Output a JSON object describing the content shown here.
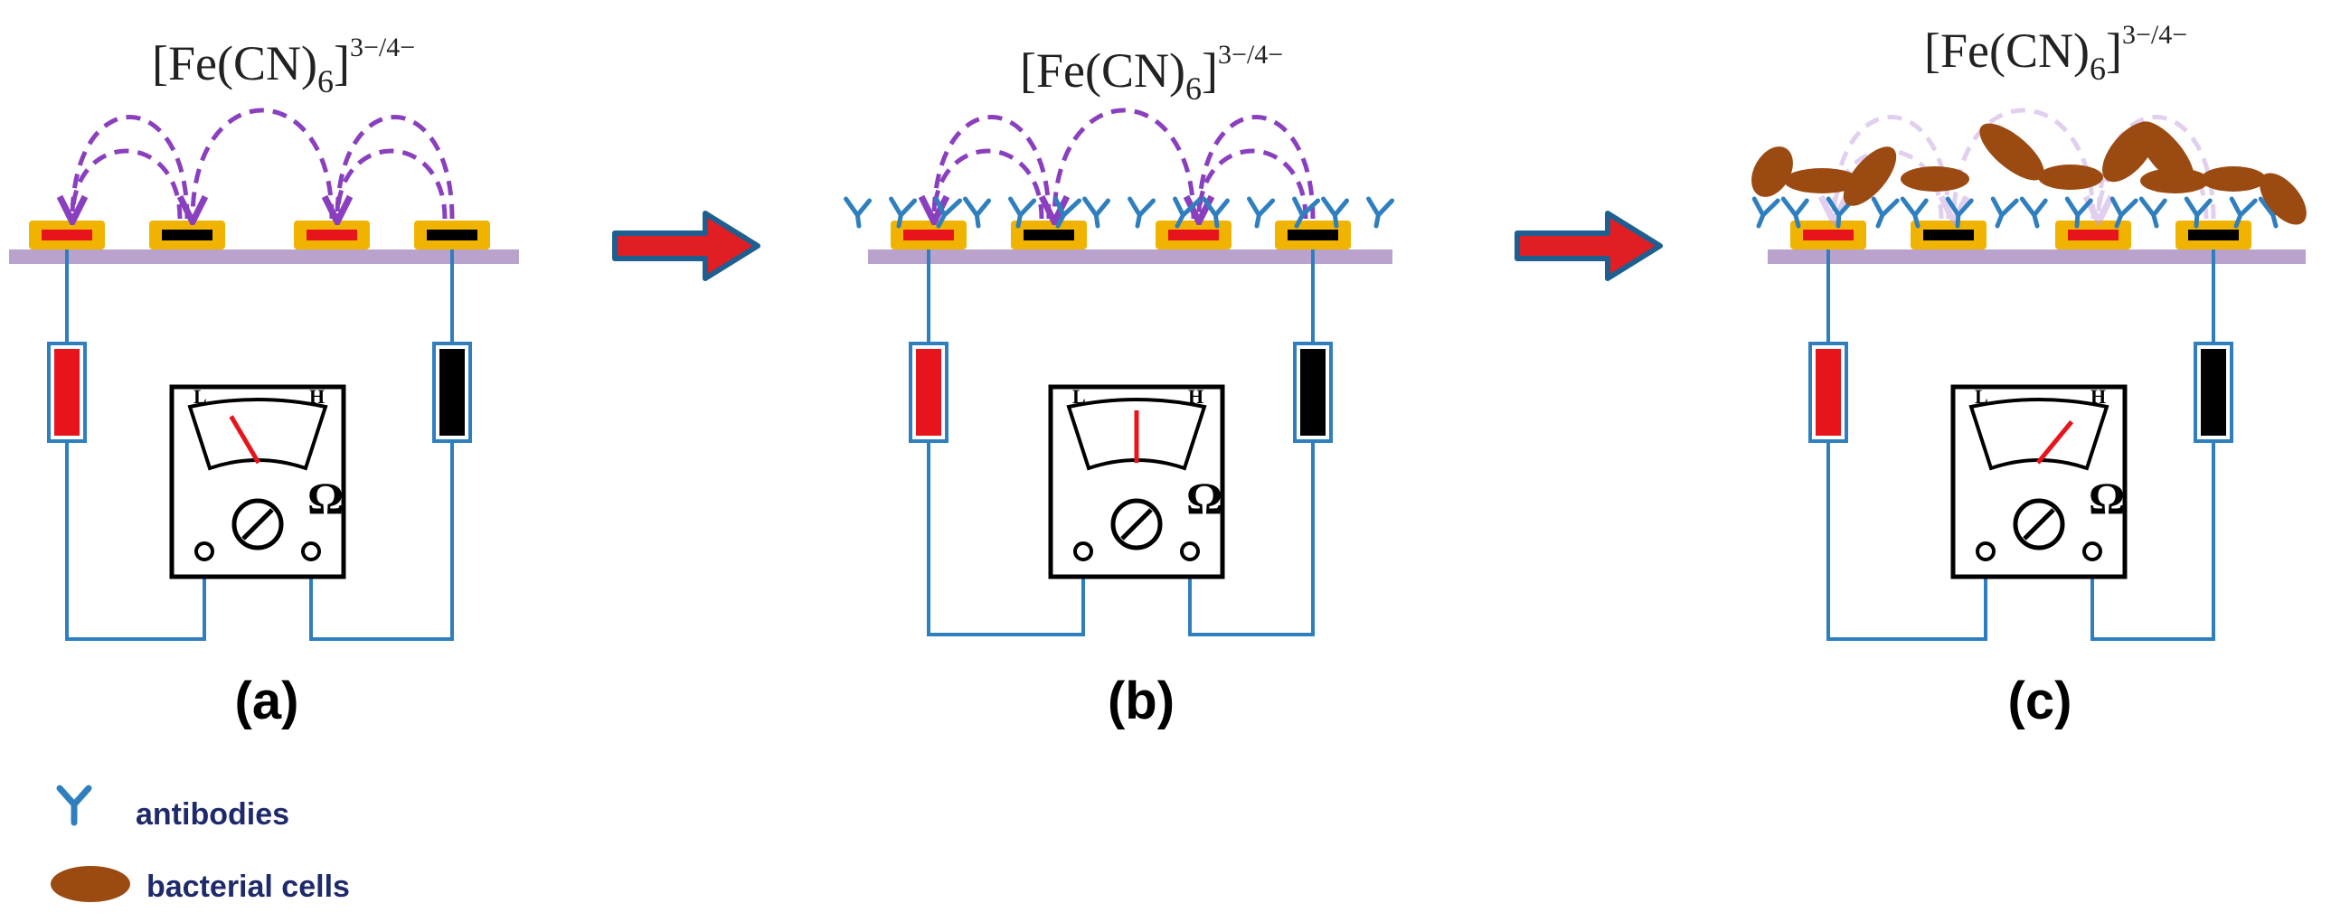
{
  "formula": {
    "main": "[Fe(CN)",
    "sub": "6",
    "close": "]",
    "charge": "3−/4−"
  },
  "meter": {
    "low": "L",
    "high": "H",
    "unit": "Ω"
  },
  "panels": [
    {
      "label": "(a)",
      "needle_level": 0.25,
      "has_antibodies": false,
      "has_cells": false
    },
    {
      "label": "(b)",
      "needle_level": 0.5,
      "has_antibodies": true,
      "has_cells": false
    },
    {
      "label": "(c)",
      "needle_level": 0.85,
      "has_antibodies": true,
      "has_cells": true
    }
  ],
  "legend": [
    {
      "label": "antibodies",
      "icon": "antibody-icon",
      "color": "#2f7fbf"
    },
    {
      "label": "bacterial cells",
      "icon": "bacterial-cell-icon",
      "color": "#9b4a12"
    }
  ],
  "colors": {
    "wire": "#2f7fbf",
    "electrode_pos": "#e8141b",
    "electrode_neg": "#000000",
    "electrode_border": "#f0b400",
    "substrate": "#b9a2cc",
    "arrow_fill": "#e01e24",
    "arrow_stroke": "#1f5f8f",
    "redox_arc": "#8a3fbf",
    "needle": "#e8141b"
  }
}
